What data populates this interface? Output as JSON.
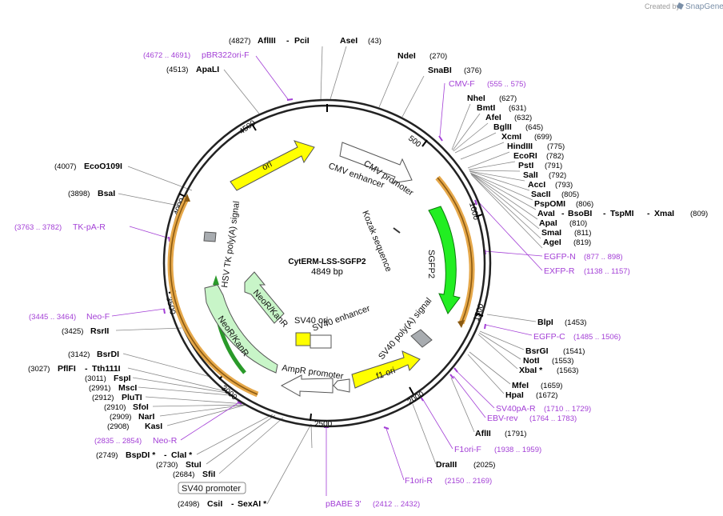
{
  "credit": {
    "prefix": "Created by",
    "brand": "SnapGene"
  },
  "plasmid": {
    "name": "CytERM-LSS-SGFP2",
    "length": "4849 bp"
  },
  "ticks": [
    "500",
    "1000",
    "1500",
    "2000",
    "2500",
    "3000",
    "3500",
    "4000",
    "4500"
  ],
  "sites": {
    "s0": {
      "pos": "(4827)",
      "name": "AflIII"
    },
    "s0b": {
      "name": "PciI"
    },
    "s1": {
      "name": "AseI",
      "pos": "(43)"
    },
    "s2": {
      "name": "NdeI",
      "pos": "(270)"
    },
    "s3": {
      "name": "SnaBI",
      "pos": "(376)"
    },
    "s4": {
      "name": "NheI",
      "pos": "(627)"
    },
    "s5": {
      "name": "BmtI",
      "pos": "(631)"
    },
    "s6": {
      "name": "AfeI",
      "pos": "(632)"
    },
    "s7": {
      "name": "BglII",
      "pos": "(645)"
    },
    "s8": {
      "name": "XcmI",
      "pos": "(699)"
    },
    "s9": {
      "name": "HindIII",
      "pos": "(775)"
    },
    "s10": {
      "name": "EcoRI",
      "pos": "(782)"
    },
    "s11": {
      "name": "PstI",
      "pos": "(791)"
    },
    "s12": {
      "name": "SalI",
      "pos": "(792)"
    },
    "s13": {
      "name": "AccI",
      "pos": "(793)"
    },
    "s14": {
      "name": "SacII",
      "pos": "(805)"
    },
    "s15": {
      "name": "PspOMI",
      "pos": "(806)"
    },
    "s16": {
      "name": "AvaI",
      "name2": "BsoBI",
      "name3": "TspMI",
      "name4": "XmaI",
      "pos": "(809)"
    },
    "s17": {
      "name": "ApaI",
      "pos": "(810)"
    },
    "s18": {
      "name": "SmaI",
      "pos": "(811)"
    },
    "s19": {
      "name": "AgeI",
      "pos": "(819)"
    },
    "s20": {
      "name": "BlpI",
      "pos": "(1453)"
    },
    "s21": {
      "name": "BsrGI",
      "pos": "(1541)"
    },
    "s22": {
      "name": "NotI",
      "pos": "(1553)"
    },
    "s23": {
      "name": "XbaI *",
      "pos": "(1563)"
    },
    "s24": {
      "name": "MfeI",
      "pos": "(1659)"
    },
    "s25": {
      "name": "HpaI",
      "pos": "(1672)"
    },
    "s26": {
      "name": "AflII",
      "pos": "(1791)"
    },
    "s27": {
      "name": "DraIII",
      "pos": "(2025)"
    },
    "s28": {
      "pos": "(2498)",
      "name": "CsiI",
      "name2": "SexAI *"
    },
    "s29": {
      "pos": "(2684)",
      "name": "SfiI"
    },
    "s30": {
      "pos": "(2730)",
      "name": "StuI"
    },
    "s31": {
      "pos": "(2749)",
      "name": "BspDI *",
      "name2": "ClaI *"
    },
    "s32": {
      "pos": "(2908)",
      "name": "KasI"
    },
    "s33": {
      "pos": "(2909)",
      "name": "NarI"
    },
    "s34": {
      "pos": "(2910)",
      "name": "SfoI"
    },
    "s35": {
      "pos": "(2912)",
      "name": "PluTI"
    },
    "s36": {
      "pos": "(2991)",
      "name": "MscI"
    },
    "s37": {
      "pos": "(3011)",
      "name": "FspI"
    },
    "s38": {
      "pos": "(3027)",
      "name": "PflFI",
      "name2": "Tth111I"
    },
    "s39": {
      "pos": "(3142)",
      "name": "BsrDI"
    },
    "s40": {
      "pos": "(3425)",
      "name": "RsrII"
    },
    "s41": {
      "pos": "(3898)",
      "name": "BsaI"
    },
    "s42": {
      "pos": "(4007)",
      "name": "EcoO109I"
    },
    "s43": {
      "pos": "(4513)",
      "name": "ApaLI"
    }
  },
  "primers": {
    "p1": {
      "pos": "(4672 .. 4691)",
      "name": "pBR322ori-F"
    },
    "p2": {
      "name": "CMV-F",
      "pos": "(555 .. 575)"
    },
    "p3": {
      "name": "EGFP-N",
      "pos": "(877 .. 898)"
    },
    "p4": {
      "name": "EXFP-R",
      "pos": "(1138 .. 1157)"
    },
    "p5": {
      "name": "EGFP-C",
      "pos": "(1485 .. 1506)"
    },
    "p6": {
      "name": "SV40pA-R",
      "pos": "(1710 .. 1729)"
    },
    "p7": {
      "name": "EBV-rev",
      "pos": "(1764 .. 1783)"
    },
    "p8": {
      "name": "F1ori-F",
      "pos": "(1938 .. 1959)"
    },
    "p9": {
      "name": "F1ori-R",
      "pos": "(2150 .. 2169)"
    },
    "p10": {
      "name": "pBABE 3'",
      "pos": "(2412 .. 2432)"
    },
    "p11": {
      "pos": "(2835 .. 2854)",
      "name": "Neo-R"
    },
    "p12": {
      "pos": "(3445 .. 3464)",
      "name": "Neo-F"
    },
    "p13": {
      "pos": "(3763 .. 3782)",
      "name": "TK-pA-R"
    }
  },
  "features": {
    "ori": "ori",
    "cmv_enh": "CMV enhancer",
    "cmv_prom": "CMV promoter",
    "kozak": "Kozak sequence",
    "sgfp2": "SGFP2",
    "sv40_polya": "SV40 poly(A) signal",
    "f1ori": "f1 ori",
    "ampr_prom": "AmpR promoter",
    "sv40_ori": "SV40 ori",
    "sv40_enh": "SV40 enhancer",
    "neokan_inner": "NeoR/KanR",
    "neokan_outer": "NeoR/KanR",
    "hsv_tk": "HSV TK poly(A) signal",
    "sv40_prom_boxed": "SV40 promoter"
  },
  "colors": {
    "sgfp2": "#22ee22",
    "ori": "#ffff00",
    "neo": "#c8f5c8",
    "promoter": "#ffffff",
    "primer": "#a33fd6",
    "orange_arc": "#e6a84a"
  }
}
